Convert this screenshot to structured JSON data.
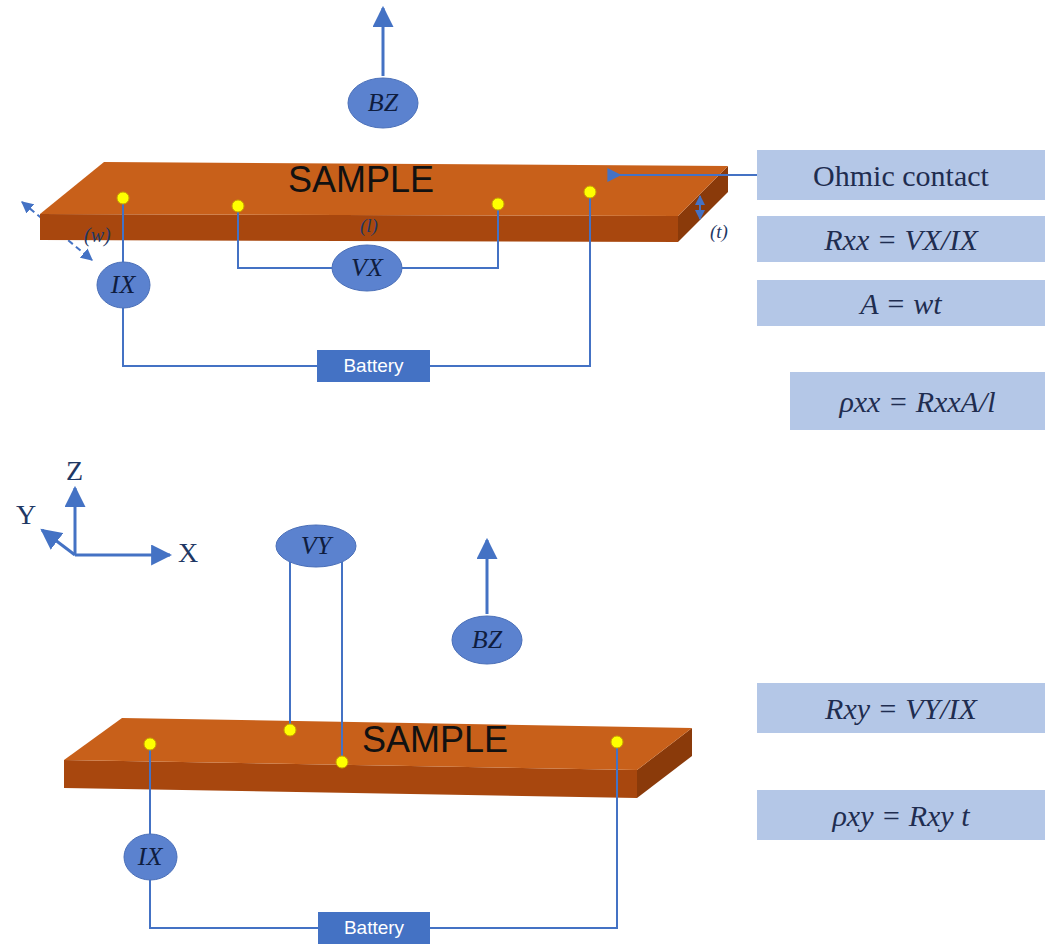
{
  "diagram": {
    "nodes": [
      {
        "text": [
          "SAMPLE"
        ]
      },
      {
        "text": [
          "BZ"
        ]
      },
      {
        "text": [
          "Ohmic contact"
        ]
      },
      {
        "text": [
          "IX"
        ]
      },
      {
        "text": [
          "VX"
        ]
      },
      {
        "text": [
          "Rxx = VX/IX"
        ]
      },
      {
        "text": [
          "A = wt"
        ]
      },
      {
        "text": [
          "Battery"
        ]
      },
      {
        "text": [
          "ρxx = RxxA/l"
        ]
      },
      {
        "text": [
          "VY"
        ]
      },
      {
        "text": [
          "BZ"
        ]
      },
      {
        "text": [
          "SAMPLE"
        ]
      },
      {
        "text": [
          "Rxy = VY/IX"
        ]
      },
      {
        "text": [
          "IX"
        ]
      },
      {
        "text": [
          "ρxy = Rxy t"
        ]
      },
      {
        "text": [
          "Battery"
        ]
      }
    ],
    "edges": [
      {
        "from": 3,
        "to": 0,
        "arrow": "none"
      },
      {
        "from": 4,
        "to": 0,
        "arrow": "none"
      },
      {
        "from": 4,
        "to": 0,
        "arrow": "none"
      },
      {
        "from": 3,
        "to": 7,
        "arrow": "none"
      },
      {
        "from": 7,
        "to": 0,
        "arrow": "none"
      },
      {
        "from": 2,
        "to": 0,
        "arrow": "to"
      },
      {
        "from": 9,
        "to": 11,
        "arrow": "none"
      },
      {
        "from": 9,
        "to": 11,
        "arrow": "none"
      },
      {
        "from": 13,
        "to": 11,
        "arrow": "none"
      },
      {
        "from": 13,
        "to": 15,
        "arrow": "none"
      },
      {
        "from": 15,
        "to": 11,
        "arrow": "none"
      }
    ],
    "labels": [
      "(w)",
      "(l)",
      "(t)",
      "Z",
      "Y",
      "X"
    ]
  }
}
